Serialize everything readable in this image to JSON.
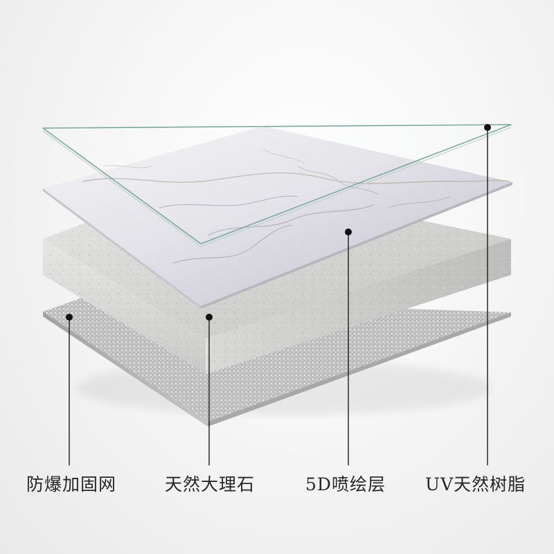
{
  "layers": [
    {
      "id": "mesh",
      "label": "防爆加固网"
    },
    {
      "id": "marble",
      "label": "天然大理石"
    },
    {
      "id": "print",
      "label": "5D喷绘层"
    },
    {
      "id": "resin",
      "label": "UV天然树脂"
    }
  ]
}
